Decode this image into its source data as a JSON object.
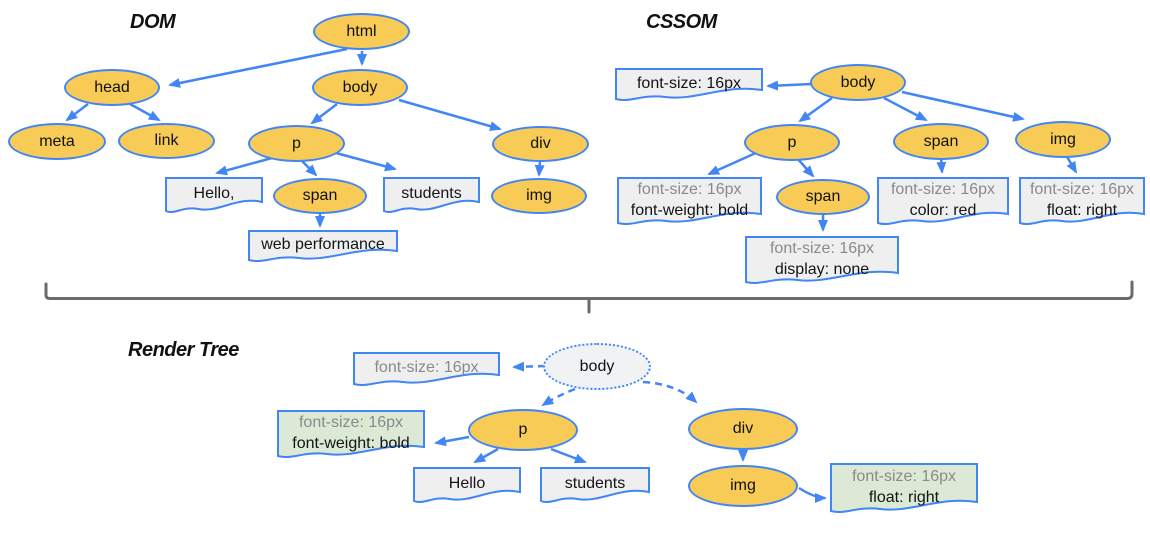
{
  "titles": {
    "dom": "DOM",
    "cssom": "CSSOM",
    "render_tree": "Render Tree"
  },
  "colors": {
    "accent_blue": "#4285F4",
    "node_fill_gold": "#F8CB57",
    "node_ghost_fill": "#F1F2F4",
    "doc_fill_gray": "#EFEFEF",
    "doc_fill_green": "#DCE9D5",
    "muted_text": "#8A8A8A",
    "bracket_gray": "#6B6B6B"
  },
  "dom": {
    "nodes": {
      "html": "html",
      "head": "head",
      "body": "body",
      "meta": "meta",
      "link": "link",
      "p": "p",
      "span": "span",
      "div": "div",
      "img": "img"
    },
    "text_nodes": {
      "hello": "Hello,",
      "students": "students",
      "web_performance": "web performance"
    }
  },
  "cssom": {
    "nodes": {
      "body": "body",
      "p": "p",
      "span": "span",
      "img": "img",
      "span_nested": "span"
    },
    "rules": {
      "body": {
        "line1": "font-size: 16px"
      },
      "p": {
        "line1": "font-size: 16px",
        "line2": "font-weight: bold"
      },
      "span": {
        "line1": "font-size: 16px",
        "line2": "color: red"
      },
      "img": {
        "line1": "font-size: 16px",
        "line2": "float: right"
      },
      "span_nested": {
        "line1": "font-size: 16px",
        "line2": "display: none"
      }
    }
  },
  "render_tree": {
    "nodes": {
      "body": "body",
      "p": "p",
      "div": "div",
      "img": "img"
    },
    "text_nodes": {
      "hello": "Hello",
      "students": "students"
    },
    "rules": {
      "body": {
        "line1": "font-size: 16px"
      },
      "p": {
        "line1": "font-size: 16px",
        "line2": "font-weight: bold"
      },
      "img": {
        "line1": "font-size: 16px",
        "line2": "float: right"
      }
    }
  }
}
